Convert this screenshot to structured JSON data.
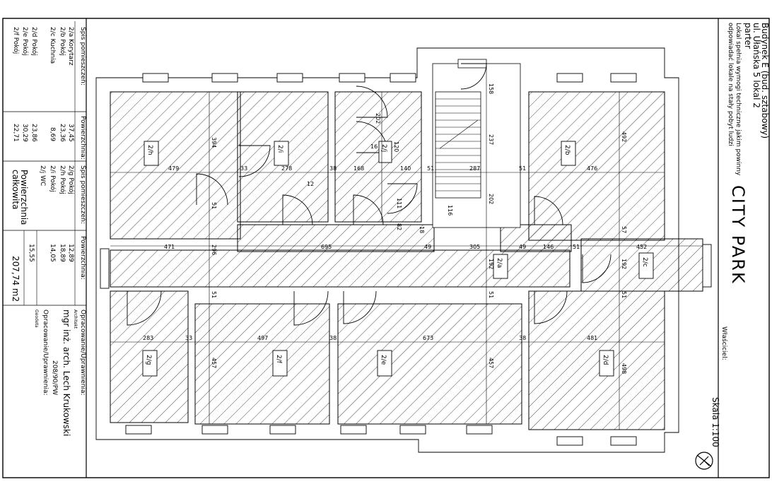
{
  "drawing": {
    "building_line1": "Budynek E (bud. sztabowy)",
    "building_line2": "ul. Ułańska 5   lokal 2",
    "building_line3": "parter",
    "note_line1": "Lokal spełnia wymogi techniczne jakim powinny",
    "note_line2": "odpowiadać lokale na stały pobyt ludzi",
    "brand": "CITY PARK",
    "owner_label": "Właściciel:",
    "scale": "Skala 1:100"
  },
  "legend": {
    "list_header": "Spis pomieszczeń:",
    "area_header": "Powierzchnia:",
    "rooms_left": [
      {
        "name": "2/a Korytarz",
        "area": "37,45"
      },
      {
        "name": "2/b Pokój",
        "area": "23,36"
      },
      {
        "name": "2/c Kuchnia",
        "area": "8,69"
      },
      {
        "name": "2/d Pokój",
        "area": "23,86"
      },
      {
        "name": "2/e Pokój",
        "area": "30,29"
      },
      {
        "name": "2/f Pokój",
        "area": "22,71"
      }
    ],
    "rooms_right": [
      {
        "name": "2/g Pokój",
        "area": "12,89"
      },
      {
        "name": "2/h Pokój",
        "area": "18,89"
      },
      {
        "name": "2/i Pokój",
        "area": "14,05"
      },
      {
        "name": "2/j WC",
        "area": "15,55"
      }
    ],
    "total_label_line1": "Powierzchnia",
    "total_label_line2": "całkowita",
    "total_value": "207,74 m2",
    "prepared_label": "Opracowanie/Uprawnienia:",
    "architect_role": "Architekt",
    "architect_name": "mgr inż. arch. Lech Krukowski",
    "architect_license": "208/90/PW",
    "prepared_label2": "Opracowanie/Uprawnienia:",
    "surveyor_role": "Geodeta"
  },
  "room_tags": [
    "2/h",
    "2/i",
    "2/j",
    "2/b",
    "2/a",
    "2/c",
    "2/g",
    "2/f",
    "2/e",
    "2/d"
  ],
  "dimensions": [
    "479",
    "33",
    "278",
    "38",
    "168",
    "140",
    "51",
    "287",
    "51",
    "476",
    "394",
    "202",
    "237",
    "158",
    "492",
    "16",
    "120",
    "12",
    "111",
    "82",
    "116",
    "202",
    "18",
    "57",
    "471",
    "296",
    "695",
    "49",
    "305",
    "49",
    "146",
    "51",
    "452",
    "192",
    "192",
    "51",
    "51",
    "51",
    "51",
    "283",
    "33",
    "497",
    "38",
    "673",
    "38",
    "481",
    "457",
    "457",
    "457",
    "498",
    "51"
  ]
}
